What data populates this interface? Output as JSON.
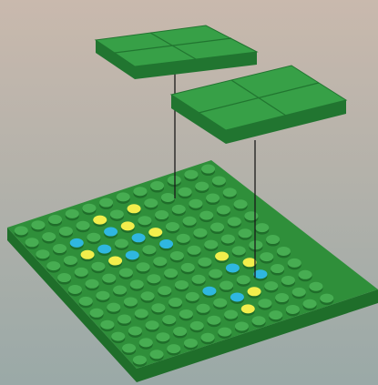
{
  "colors": {
    "background_top": "#c9b9ad",
    "background_bottom": "#9aa9a7",
    "plate": "#2f8f3a",
    "plate_dark": "#1f6e2a",
    "plate_light": "#47ad52",
    "tile": "#37a047",
    "tile_dark": "#217530",
    "stud_blue": "#2fb7e0",
    "stud_yellow": "#f2ee4c",
    "line": "#1a1a1a"
  },
  "scene": {
    "baseplate_grid": [
      12,
      12
    ],
    "tiles": [
      {
        "name": "tile-1",
        "segments": 4
      },
      {
        "name": "tile-2",
        "segments": 4
      }
    ],
    "pattern_blue_studs": 10,
    "pattern_yellow_studs": 10
  }
}
